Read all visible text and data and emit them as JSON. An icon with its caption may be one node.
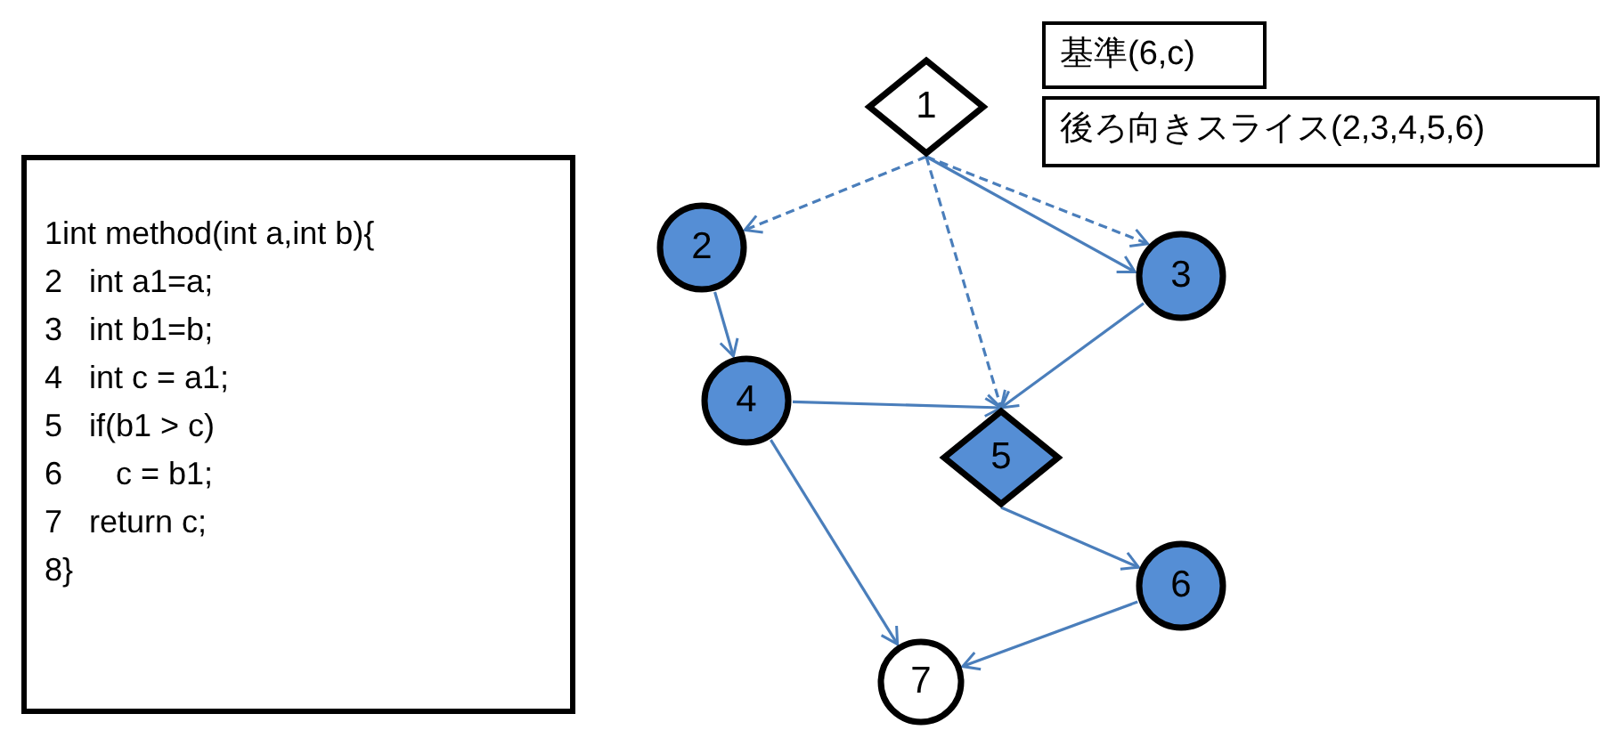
{
  "diagram": {
    "nodes": [
      {
        "text": [
          "1int method(int a,int b){",
          "2   int a1=a;",
          "3   int b1=b;",
          "4   int c = a1;",
          "5   if(b1 > c)",
          "6      c = b1;",
          "7   return c;",
          "8}"
        ]
      },
      {
        "text": [
          "1"
        ]
      },
      {
        "text": [
          "2"
        ]
      },
      {
        "text": [
          "3"
        ]
      },
      {
        "text": [
          "4"
        ]
      },
      {
        "text": [
          "5"
        ]
      },
      {
        "text": [
          "6"
        ]
      },
      {
        "text": [
          "7"
        ]
      },
      {
        "text": [
          "基準(6,c)"
        ]
      },
      {
        "text": [
          "後ろ向きスライス(2,3,4,5,6)"
        ]
      }
    ],
    "edges": [
      {
        "from": 1,
        "to": 2,
        "arrow": "to",
        "style": "dashed"
      },
      {
        "from": 1,
        "to": 5,
        "arrow": "to",
        "style": "dashed"
      },
      {
        "from": 1,
        "to": 3,
        "arrow": "to",
        "style": "dashed"
      },
      {
        "from": 1,
        "to": 3,
        "arrow": "to"
      },
      {
        "from": 2,
        "to": 4,
        "arrow": "to"
      },
      {
        "from": 3,
        "to": 5,
        "arrow": "to"
      },
      {
        "from": 4,
        "to": 5,
        "arrow": "to"
      },
      {
        "from": 4,
        "to": 7,
        "arrow": "to"
      },
      {
        "from": 5,
        "to": 6,
        "arrow": "to"
      },
      {
        "from": 6,
        "to": 7,
        "arrow": "to"
      }
    ]
  }
}
